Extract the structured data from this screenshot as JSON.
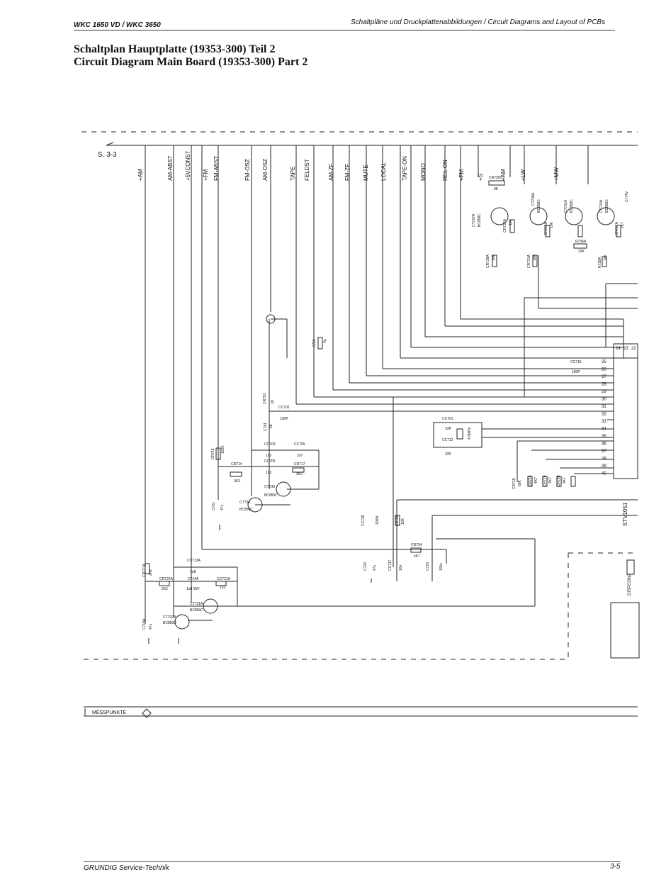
{
  "header": {
    "model": "WKC 1650 VD / WKC 3650",
    "section": "Schaltpläne und Druckplattenabbildungen / Circuit Diagrams and Layout of PCBs"
  },
  "title": {
    "de": "Schaltplan Hauptplatte (19353-300) Teil 2",
    "en": "Circuit Diagram Main Board (19353-300) Part 2"
  },
  "diagram": {
    "sheet_ref": "S. 3-3",
    "signals": [
      "+AM",
      "AM-ABST",
      "+5VCONST",
      "+FM",
      "FM-ABST",
      "FM-OSZ",
      "AM-OSZ",
      "TAPE",
      "FELDST",
      "AM-ZF",
      "FM-ZF",
      "MUTE",
      "LOCAL",
      "TAPE-ON",
      "MONO",
      "REL.ON",
      "+FM",
      "+S",
      "+AM",
      "+LW",
      "+MW"
    ],
    "pins": [
      "25",
      "26",
      "27",
      "28",
      "29",
      "30",
      "31",
      "32",
      "33",
      "34",
      "35",
      "36",
      "37",
      "38",
      "39",
      "40"
    ],
    "pins_top": [
      "24",
      "23",
      "22"
    ],
    "ic_label": "STV1051",
    "display_label": "DISPCON2",
    "components": {
      "c715": "C715",
      "c715_val": "4p",
      "r791": "CR791",
      "r791_val": "1K",
      "c730": "CR730V",
      "c730_val": "9K",
      "t707": "CT707A",
      "t707_type": "BC858C",
      "t708": "CT708A",
      "t708_type": "BC858C",
      "t711": "CT711A",
      "t711_type": "BC858C",
      "t710": "CT710A",
      "t710_type": "BC858C",
      "r737": "CR737A",
      "r737_val": "10K",
      "r735": "CR735A",
      "r735_val": "10K",
      "r736": "R736A",
      "r736_val": "33K",
      "r737b": "CR737A",
      "r737b_val": "2K7",
      "r728": "CR728A",
      "r728_val": "10K",
      "r731": "CR731A",
      "r731_val": "10K",
      "r738": "R738A",
      "r738_val": "10K",
      "c74": "C774V",
      "c716": "CC716",
      "c716_val": "100P",
      "c701": "CC701",
      "c701_val": "33P",
      "q1": "4.5MHz",
      "c712": "CC712",
      "c712_val": "33P",
      "c702": "CC702",
      "c702_val": "100P",
      "c781": "C781",
      "c781_val": "68",
      "c703": "CC703",
      "c703_val": "1n2",
      "c709": "CC709",
      "c709_val": "2n7",
      "c705": "CC705",
      "c705_val": "1n2",
      "r717": "CR717",
      "r717_val": "3K3",
      "r714": "CR714",
      "r714_val": "3K3",
      "r718": "CR718",
      "r718_val": "100K",
      "t739": "CT739",
      "t739_type": "BC850C",
      "t734": "CT734",
      "t734_type": "BC850C",
      "c721": "C721",
      "c721_val": "47u",
      "c725": "CC725",
      "c725_val": "100N",
      "r720": "CR720",
      "r720_val": "10K",
      "r724": "CR724",
      "r724_val": "4K7",
      "c7a": "C724",
      "c7a_val": "47u",
      "c717": "CC717",
      "c717_val": "10n",
      "c718": "C718",
      "c718_val": "100u",
      "r719": "CR719",
      "r719_val": "68K",
      "r715": "CR715",
      "r715_val": "4K7",
      "r716": "CR716",
      "r716_val": "4K7",
      "r799": "CR799",
      "r799_val": "4K7",
      "c713": "CC713A",
      "c713_val": "1n8",
      "r722": "CR722A",
      "r722_val": "2K2",
      "c714": "C714A",
      "c714_val": "1u0 50V",
      "c721a": "CC721A",
      "c721a_val": "1n2",
      "r721": "CR721A",
      "r721_val": "2K2",
      "t721": "CT721A",
      "t721_type": "BC850C",
      "t722": "CT702A",
      "t722_type": "BC850C",
      "c719": "C719A",
      "c719_val": "47u"
    },
    "measure_label": "MESSPUNKTE"
  },
  "footer": {
    "brand": "GRUNDIG Service-Technik",
    "page": "3-5"
  }
}
